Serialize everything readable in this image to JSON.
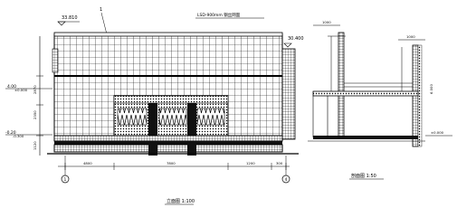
{
  "elevation": {
    "top_note": "LSD-900mm 钢丝网面",
    "left_elev_top": "33.810",
    "right_elev_top": "30.400",
    "level_mid_left": "4.00",
    "level_mid_left_small": "±0.000",
    "level_low_left": "-0.20",
    "level_low_left_small": "-0.300",
    "left_dims": [
      "2350",
      "2870",
      "1120"
    ],
    "bottom_dims": [
      "4800",
      "7800",
      "1200",
      "300"
    ],
    "axis_left": "1",
    "axis_right": "4",
    "caption": "立面图 1:100",
    "label_one": "1"
  },
  "section": {
    "top_dim_left": "1000",
    "top_dim_right": "1000",
    "right_level_top": "6.000",
    "right_level_bottom": "±0.000",
    "caption": "剖面图 1:50"
  },
  "colors": {
    "line": "#000000",
    "fill_dark": "#111111",
    "bg": "#ffffff"
  }
}
